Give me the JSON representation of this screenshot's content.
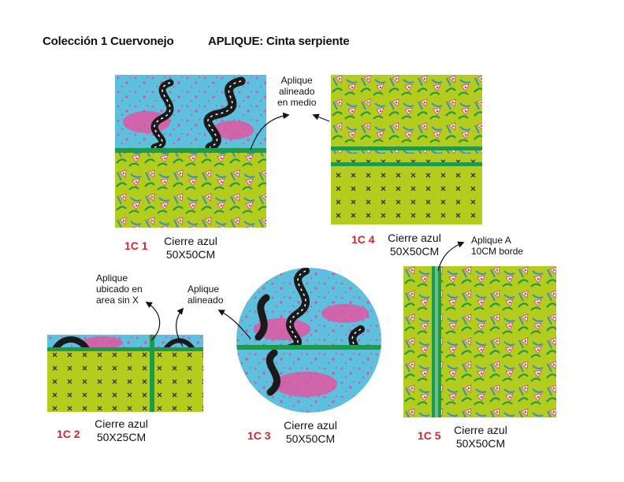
{
  "header": {
    "collection": "Colección 1 Cuervonejo",
    "applique": "APLIQUE: Cinta serpiente"
  },
  "colors": {
    "sky": "#5cc1de",
    "lime": "#b4cc1e",
    "green": "#1f9a48",
    "pink": "#ea4f9c",
    "black": "#1a1a1a",
    "flower_fill": "#ffffff",
    "flower_edge": "#e7336b",
    "leaf": "#3b8fc4",
    "code_red": "#d8262e"
  },
  "products": [
    {
      "code": "1C 1",
      "desc": "Cierre azul",
      "size": "50X50CM"
    },
    {
      "code": "1C 4",
      "desc": "Cierre azul",
      "size": "50X50CM"
    },
    {
      "code": "1C 2",
      "desc": "Cierre azul",
      "size": "50X25CM"
    },
    {
      "code": "1C 3",
      "desc": "Cierre azul",
      "size": "50X50CM"
    },
    {
      "code": "1C 5",
      "desc": "Cierre azul",
      "size": "50X50CM"
    }
  ],
  "notes": {
    "middle": [
      "Aplique",
      "alineado",
      "en medio"
    ],
    "no_x": [
      "Aplique",
      "ubicado en",
      "area sin X"
    ],
    "aligned": [
      "Aplique",
      "alineado"
    ],
    "border": [
      "Aplique A",
      "10CM borde"
    ]
  }
}
